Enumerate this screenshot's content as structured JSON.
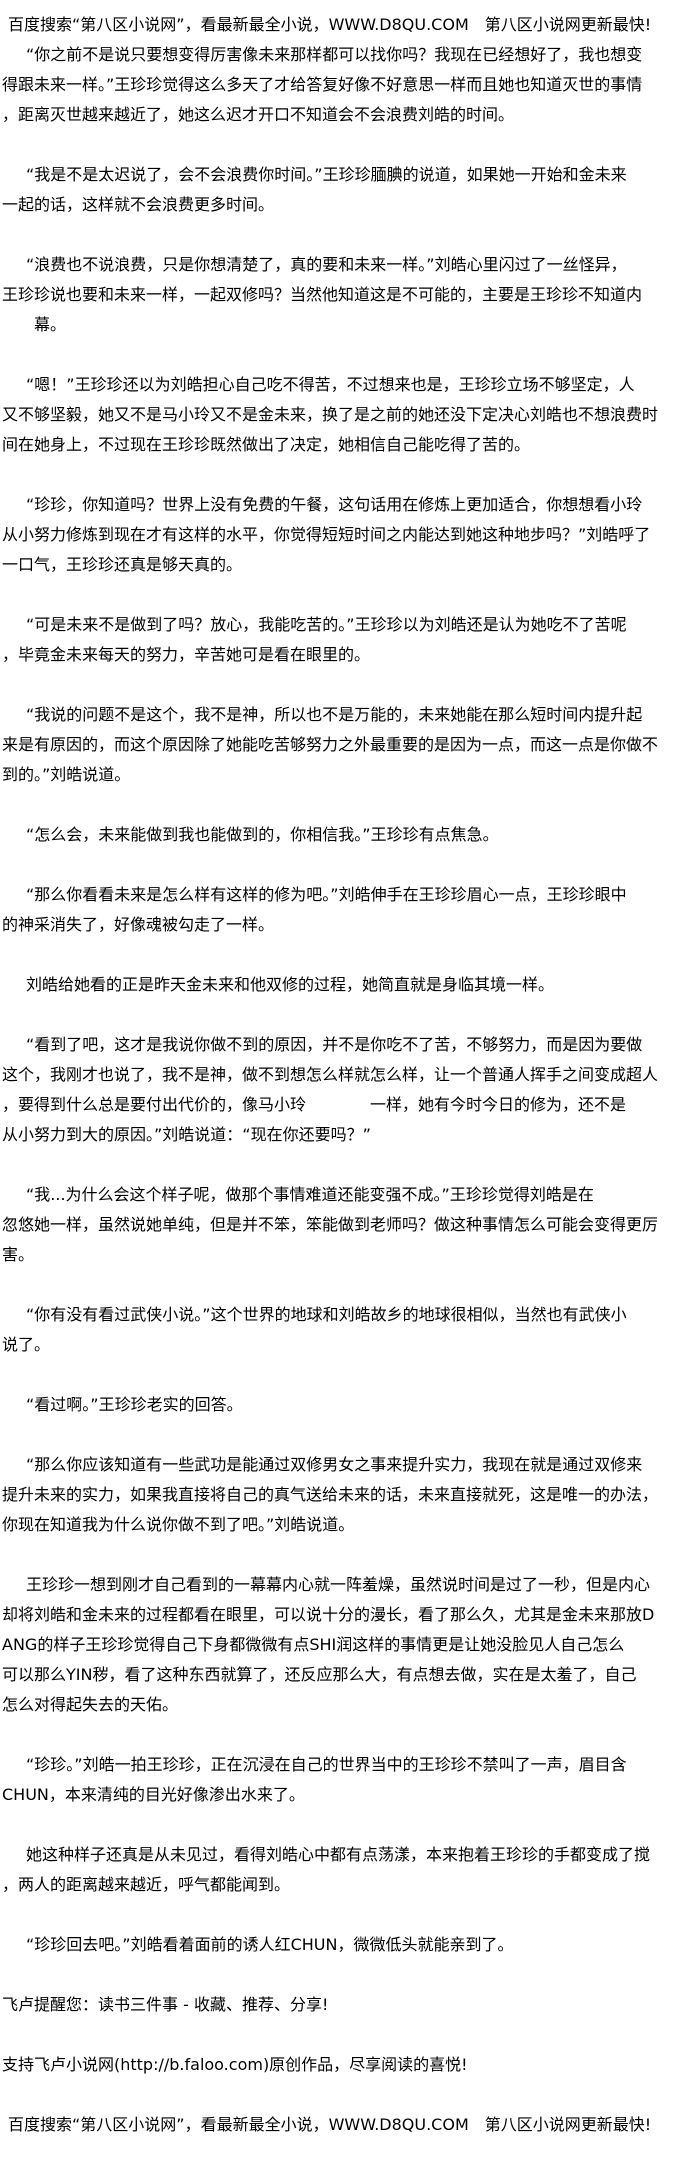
{
  "header_banner": "百度搜索“第八区小说网”，看最新最全小说，WWW.D8QU.COM　第八区小说网更新最快!",
  "paragraphs": [
    [
      "“你之前不是说只要想变得厉害像未来那样都可以找你吗？我现在已经想好了，我也想变",
      "得跟未来一样。”王珍珍觉得这么多天了才给答复好像不好意思一样而且她也知道灭世的事情",
      "，距离灭世越来越近了，她这么迟才开口不知道会不会浪费刘皓的时间。"
    ],
    [
      "“我是不是太迟说了，会不会浪费你时间。”王珍珍腼腆的说道，如果她一开始和金未来",
      "一起的话，这样就不会浪费更多时间。"
    ],
    [
      "“浪费也不说浪费，只是你想清楚了，真的要和未来一样。”刘皓心里闪过了一丝怪异，",
      "王珍珍说也要和未来一样，一起双修吗？当然他知道这是不可能的，主要是王珍珍不知道内",
      "　　幕。"
    ],
    [
      "“嗯！”王珍珍还以为刘皓担心自己吃不得苦，不过想来也是，王珍珍立场不够坚定，人",
      "又不够坚毅，她又不是马小玲又不是金未来，换了是之前的她还没下定决心刘皓也不想浪费时",
      "间在她身上，不过现在王珍珍既然做出了决定，她相信自己能吃得了苦的。"
    ],
    [
      "“珍珍，你知道吗？世界上没有免费的午餐，这句话用在修炼上更加适合，你想想看小玲",
      "从小努力修炼到现在才有这样的水平，你觉得短短时间之内能达到她这种地步吗？”刘皓呼了",
      "一口气，王珍珍还真是够天真的。"
    ],
    [
      "“可是未来不是做到了吗？放心，我能吃苦的。”王珍珍以为刘皓还是认为她吃不了苦呢",
      "，毕竟金未来每天的努力，辛苦她可是看在眼里的。"
    ],
    [
      "“我说的问题不是这个，我不是神，所以也不是万能的，未来她能在那么短时间内提升起",
      "来是有原因的，而这个原因除了她能吃苦够努力之外最重要的是因为一点，而这一点是你做不",
      "到的。”刘皓说道。"
    ],
    [
      "“怎么会，未来能做到我也能做到的，你相信我。”王珍珍有点焦急。"
    ],
    [
      "“那么你看看未来是怎么样有这样的修为吧。”刘皓伸手在王珍珍眉心一点，王珍珍眼中",
      "的神采消失了，好像魂被勾走了一样。"
    ],
    [
      "刘皓给她看的正是昨天金未来和他双修的过程，她简直就是身临其境一样。"
    ],
    [
      "“看到了吧，这才是我说你做不到的原因，并不是你吃不了苦，不够努力，而是因为要做",
      "这个，我刚才也说了，我不是神，做不到想怎么样就怎么样，让一个普通人挥手之间变成超人",
      "，要得到什么总是要付出代价的，像马小玲　　　　一样，她有今时今日的修为，还不是",
      "从小努力到大的原因。”刘皓说道：“现在你还要吗？”"
    ],
    [
      "“我...为什么会这个样子呢，做那个事情难道还能变强不成。”王珍珍觉得刘皓是在",
      "忽悠她一样，虽然说她单纯，但是并不笨，笨能做到老师吗？做这种事情怎么可能会变得更厉",
      "害。"
    ],
    [
      "“你有没有看过武侠小说。”这个世界的地球和刘皓故乡的地球很相似，当然也有武侠小",
      "说了。"
    ],
    [
      "“看过啊。”王珍珍老实的回答。"
    ],
    [
      "“那么你应该知道有一些武功是能通过双修男女之事来提升实力，我现在就是通过双修来",
      "提升未来的实力，如果我直接将自己的真气送给未来的话，未来直接就死，这是唯一的办法，",
      "你现在知道我为什么说你做不到了吧。”刘皓说道。"
    ],
    [
      "王珍珍一想到刚才自己看到的一幕幕内心就一阵羞燥，虽然说时间是过了一秒，但是内心",
      "却将刘皓和金未来的过程都看在眼里，可以说十分的漫长，看了那么久，尤其是金未来那放D",
      "ANG的样子王珍珍觉得自己下身都微微有点SHI润这样的事情更是让她没脸见人自己怎么",
      "可以那么YIN秽，看了这种东西就算了，还反应那么大，有点想去做，实在是太羞了，自己",
      "怎么对得起失去的天佑。"
    ],
    [
      "“珍珍。”刘皓一拍王珍珍，正在沉浸在自己的世界当中的王珍珍不禁叫了一声，眉目含",
      "CHUN，本来清纯的目光好像渗出水来了。"
    ],
    [
      "她这种样子还真是从未见过，看得刘皓心中都有点荡漾，本来抱着王珍珍的手都变成了搅",
      "，两人的距离越来越近，呼气都能闻到。"
    ],
    [
      "“珍珍回去吧。”刘皓看着面前的诱人红CHUN，微微低头就能亲到了。"
    ]
  ],
  "footer": {
    "reminder": "飞卢提醒您：读书三件事 - 收藏、推荐、分享!",
    "support": "支持飞卢小说网(http://b.faloo.com)原创作品，尽享阅读的喜悦!"
  },
  "footer_banner": "百度搜索“第八区小说网”，看最新最全小说，WWW.D8QU.COM　第八区小说网更新最快!"
}
